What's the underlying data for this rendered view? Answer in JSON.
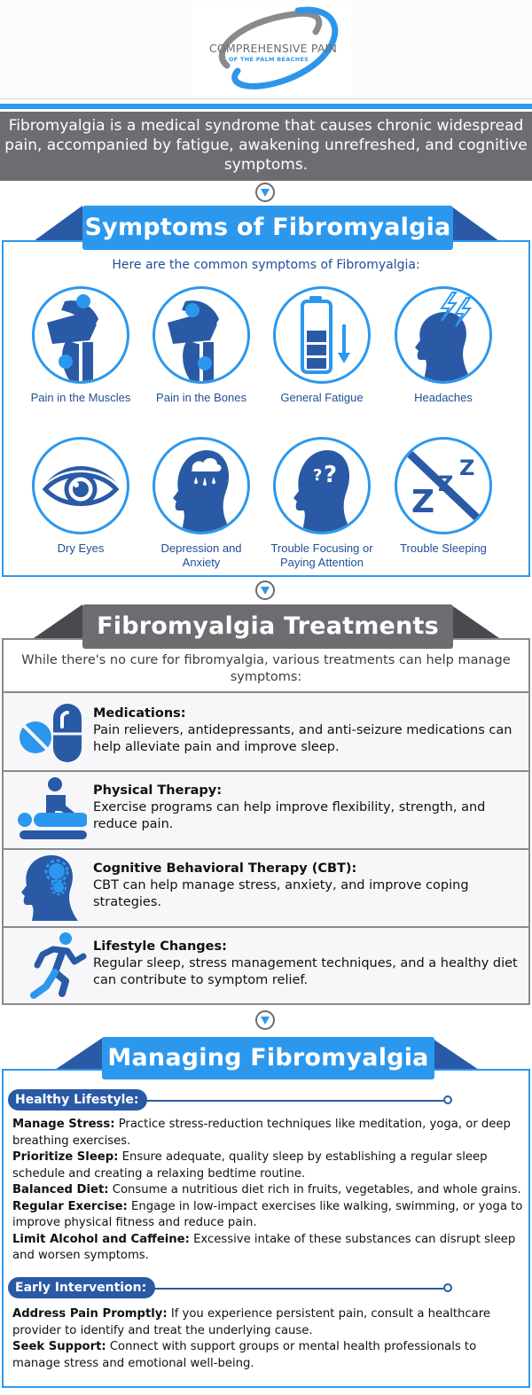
{
  "logo": {
    "line1": "COMPREHENSIVE PAIN",
    "line2": "OF THE PALM BEACHES",
    "colors": {
      "gray": "#6b6b6f",
      "blue": "#2e96ea"
    }
  },
  "intro": {
    "text": "Fibromyalgia is a medical syndrome that causes chronic widespread pain, accompanied by fatigue, awakening unrefreshed, and cognitive symptoms."
  },
  "symptoms": {
    "title": "Symptoms of Fibromyalgia",
    "subtitle": "Here are the common symptoms of Fibromyalgia:",
    "items": [
      {
        "label": "Pain in the Muscles",
        "icon": "knee-muscle-icon"
      },
      {
        "label": "Pain in the Bones",
        "icon": "knee-bone-icon"
      },
      {
        "label": "General Fatigue",
        "icon": "battery-low-icon"
      },
      {
        "label": "Headaches",
        "icon": "head-lightning-icon"
      },
      {
        "label": "Dry Eyes",
        "icon": "eye-icon"
      },
      {
        "label": "Depression and Anxiety",
        "icon": "head-rain-cloud-icon"
      },
      {
        "label": "Trouble Focusing or Paying Attention",
        "icon": "head-question-icon"
      },
      {
        "label": "Trouble Sleeping",
        "icon": "no-sleep-icon"
      }
    ]
  },
  "treatments": {
    "title": "Fibromyalgia Treatments",
    "intro": "While there's no cure for fibromyalgia, various treatments can help manage symptoms:",
    "items": [
      {
        "title": "Medications:",
        "text": "Pain relievers, antidepressants, and anti-seizure medications can help alleviate pain and improve sleep.",
        "icon": "pill-capsule-icon"
      },
      {
        "title": "Physical Therapy:",
        "text": "Exercise programs can help improve flexibility, strength, and reduce pain.",
        "icon": "physical-therapy-icon"
      },
      {
        "title": "Cognitive Behavioral Therapy (CBT):",
        "text": "CBT can help manage stress, anxiety, and improve coping strategies.",
        "icon": "head-gears-icon"
      },
      {
        "title": "Lifestyle Changes:",
        "text": "Regular sleep, stress management techniques, and a healthy diet can contribute to symptom relief.",
        "icon": "running-person-icon"
      }
    ]
  },
  "managing": {
    "title": "Managing Fibromyalgia",
    "groups": [
      {
        "heading": "Healthy Lifestyle:",
        "items": [
          {
            "term": "Manage Stress:",
            "text": " Practice stress-reduction techniques like meditation, yoga, or deep breathing exercises."
          },
          {
            "term": "Prioritize Sleep:",
            "text": " Ensure adequate, quality sleep by establishing a regular sleep schedule and creating a relaxing bedtime routine."
          },
          {
            "term": "Balanced Diet:",
            "text": " Consume a nutritious diet rich in fruits, vegetables, and whole grains."
          },
          {
            "term": "Regular Exercise:",
            "text": " Engage in low-impact exercises like walking, swimming, or yoga to improve physical fitness and reduce pain."
          },
          {
            "term": "Limit Alcohol and Caffeine:",
            "text": " Excessive intake of these substances can disrupt sleep and worsen symptoms."
          }
        ]
      },
      {
        "heading": "Early Intervention:",
        "items": [
          {
            "term": "Address Pain Promptly:",
            "text": " If you experience persistent pain, consult a healthcare provider to identify and treat the underlying cause."
          },
          {
            "term": "Seek Support:",
            "text": " Connect with support groups or mental health professionals to manage stress and emotional well-being."
          }
        ]
      }
    ]
  },
  "colors": {
    "accent_blue": "#2b98ee",
    "dark_blue": "#2a5aa6",
    "icon_blue": "#2a5aa6",
    "gray_banner": "#6d6d71",
    "treatment_bg": "#f7f7fa"
  }
}
